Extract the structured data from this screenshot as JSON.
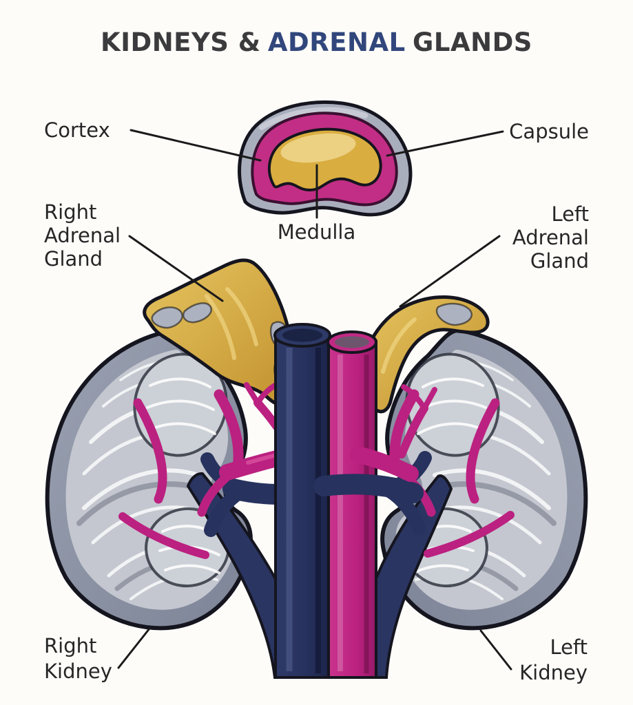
{
  "title": {
    "part1": "KIDNEYS &",
    "part2": "ADRENAL",
    "part3": "GLANDS"
  },
  "labels": {
    "cortex": "Cortex",
    "capsule": "Capsule",
    "medulla": "Medulla",
    "right_adrenal": "Right\nAdrenal\nGland",
    "left_adrenal": "Left\nAdrenal\nGland",
    "right_kidney": "Right\nKidney",
    "left_kidney": "Left\nKidney"
  },
  "colors": {
    "background": "#fdfcf9",
    "outline": "#15151f",
    "title_dark": "#3b3b3d",
    "title_navy": "#31477c",
    "label_text": "#262626",
    "kidney_outer": "#8e94a6",
    "kidney_inner": "#c4c7cf",
    "adrenal_gold": "#d7a83e",
    "capsule_gray": "#a9aebd",
    "cortex_magenta": "#c22e85",
    "medulla_gold": "#d9ad3f",
    "artery_magenta": "#bb2180",
    "vein_navy": "#28335f"
  }
}
